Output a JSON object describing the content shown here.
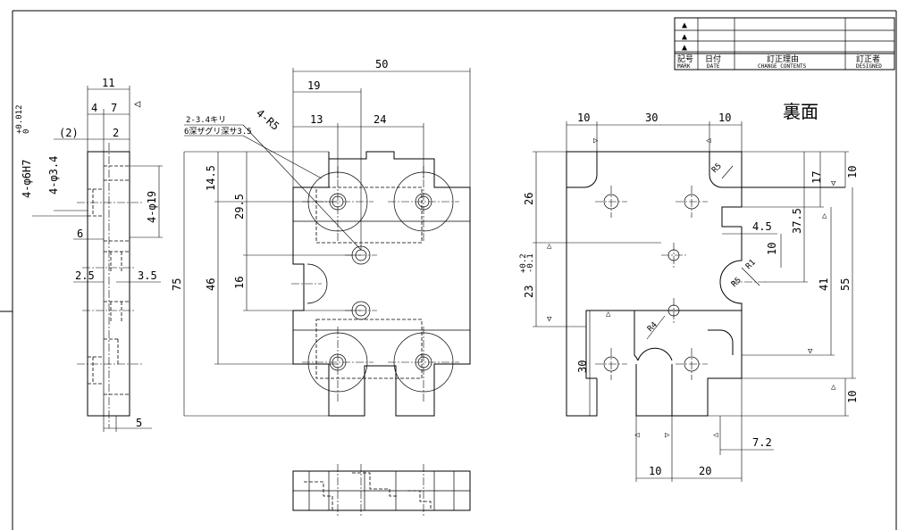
{
  "title_block": {
    "rev_marks": [
      "▲",
      "▲",
      "▲"
    ],
    "header": {
      "mark_jp": "記号",
      "mark_en": "MARK",
      "date_jp": "日付",
      "date_en": "DATE",
      "change_jp": "訂正理由",
      "change_en": "CHANGE CONTENTS",
      "designed_jp": "訂正者",
      "designed_en": "DESIGNED"
    }
  },
  "side_view": {
    "dims": [
      "11",
      "4",
      "7",
      "2",
      "(2)",
      "6",
      "2.5",
      "3.5",
      "5"
    ],
    "callouts": [
      "4-φ6H7",
      "+0.012",
      "0",
      "4-φ3.4",
      "4-φ19"
    ]
  },
  "front_view": {
    "dims": [
      "50",
      "19",
      "13",
      "24",
      "14.5",
      "29.5",
      "75",
      "46",
      "16"
    ],
    "notes": [
      "2-3.4キリ",
      "6深ザグリ深サ3.5",
      "4-R5"
    ]
  },
  "back_view": {
    "label": "裏面",
    "dims": [
      "10",
      "30",
      "10",
      "26",
      "17",
      "10",
      "37.5",
      "4.5",
      "10",
      "55",
      "41",
      "30",
      "10",
      "7.2",
      "10",
      "20"
    ],
    "tol_main": "23",
    "tol_upper": "+0.2",
    "tol_lower": "-0.1",
    "radii": [
      "R5",
      "R1",
      "R5",
      "R4"
    ]
  }
}
